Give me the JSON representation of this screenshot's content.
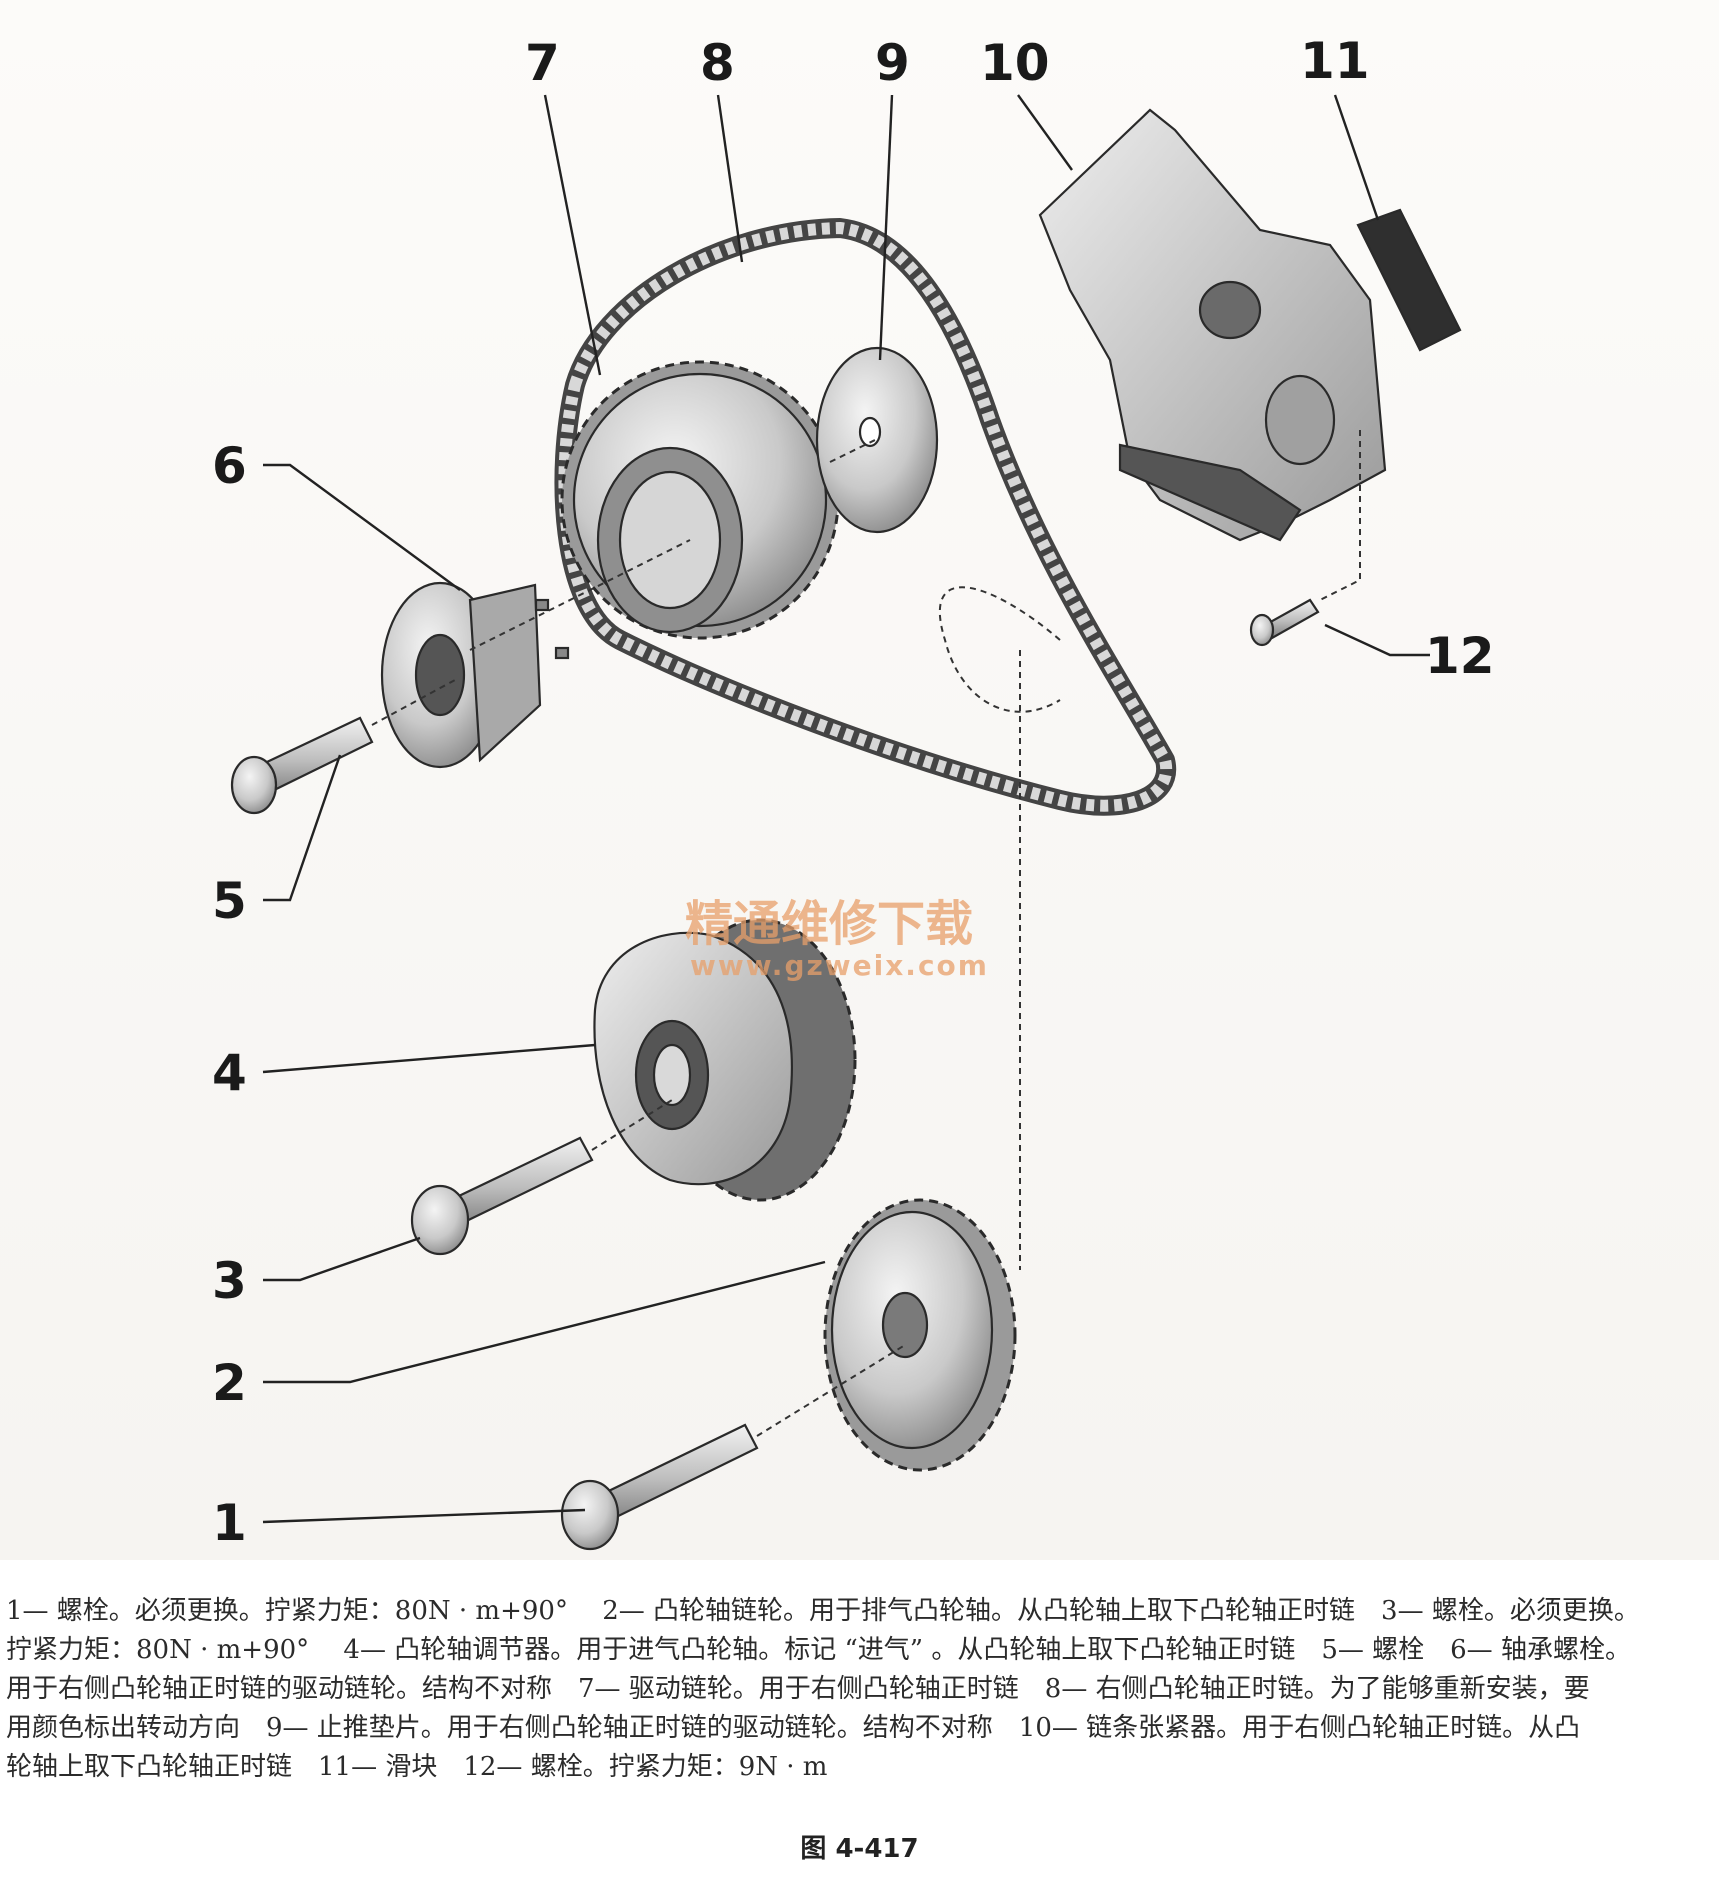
{
  "callouts": {
    "c1": "1",
    "c2": "2",
    "c3": "3",
    "c4": "4",
    "c5": "5",
    "c6": "6",
    "c7": "7",
    "c8": "8",
    "c9": "9",
    "c10": "10",
    "c11": "11",
    "c12": "12"
  },
  "watermark": {
    "text": "精通维修下载",
    "url": "www.gzweix.com"
  },
  "caption": {
    "lines": [
      "1— 螺栓。必须更换。拧紧力矩：80N · m+90°　 2— 凸轮轴链轮。用于排气凸轮轴。从凸轮轴上取下凸轮轴正时链　3— 螺栓。必须更换。",
      "拧紧力矩：80N · m+90°　 4— 凸轮轴调节器。用于进气凸轮轴。标记 “进气” 。从凸轮轴上取下凸轮轴正时链　5— 螺栓　6— 轴承螺栓。",
      "用于右侧凸轮轴正时链的驱动链轮。结构不对称　7— 驱动链轮。用于右侧凸轮轴正时链　8— 右侧凸轮轴正时链。为了能够重新安装，要",
      "用颜色标出转动方向　9— 止推垫片。用于右侧凸轮轴正时链的驱动链轮。结构不对称　10— 链条张紧器。用于右侧凸轮轴正时链。从凸",
      "轮轴上取下凸轮轴正时链　11— 滑块　12— 螺栓。拧紧力矩：9N · m"
    ],
    "figure_label": "图 4-417"
  },
  "colors": {
    "metal_light": "#e2e2e2",
    "metal_mid": "#b8b8b8",
    "metal_dark": "#7a7a7a",
    "chain": "#555555",
    "watermark": "#e8a06a"
  }
}
